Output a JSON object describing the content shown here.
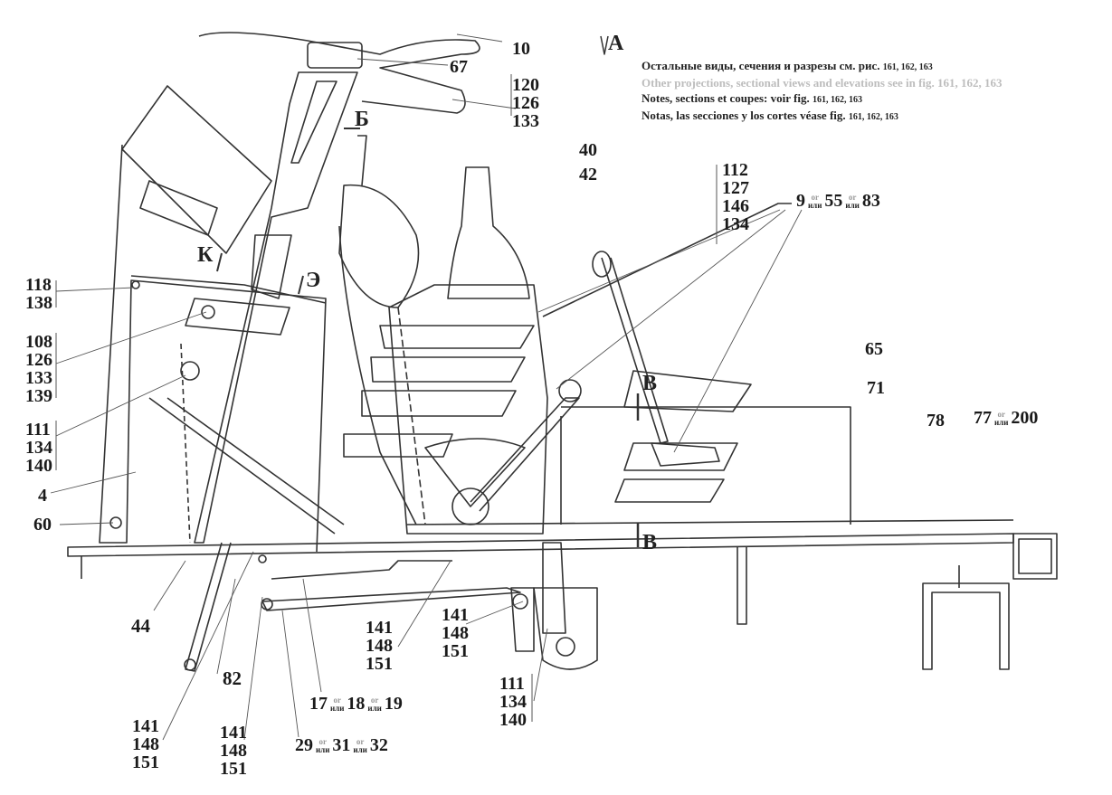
{
  "notes": {
    "ru": {
      "text": "Остальные виды, сечения и разрезы см. рис.",
      "figs": "161, 162, 163"
    },
    "en": {
      "text": "Other projections, sectional views and elevations see in fig.",
      "figs": "161, 162, 163"
    },
    "fr": {
      "text": "Notes, sections et coupes: voir fig.",
      "figs": "161, 162, 163"
    },
    "es": {
      "text": "Notas, las secciones y los cortes véase fig.",
      "figs": "161, 162, 163"
    }
  },
  "or_label": {
    "en": "or",
    "ru": "или"
  },
  "view_markers": {
    "a": "А",
    "b": "Б",
    "k": "К",
    "e": "Э",
    "v_top": "В",
    "v_bottom": "В"
  },
  "labels": {
    "l10": "10",
    "l67": "67",
    "l40": "40",
    "l42": "42",
    "l65": "65",
    "l71": "71",
    "l78": "78",
    "l4": "4",
    "l60": "60",
    "l44": "44",
    "l82": "82",
    "alt_9": "9",
    "alt_55": "55",
    "alt_83": "83",
    "alt_77": "77",
    "alt_200": "200",
    "alt_17": "17",
    "alt_18": "18",
    "alt_19": "19",
    "alt_29": "29",
    "alt_31": "31",
    "alt_32": "32"
  },
  "stacks": {
    "s120": [
      "120",
      "126",
      "133"
    ],
    "s112": [
      "112",
      "127",
      "146",
      "134"
    ],
    "s118": [
      "118",
      "138"
    ],
    "s108": [
      "108",
      "126",
      "133",
      "139"
    ],
    "s111a": [
      "111",
      "134",
      "140"
    ],
    "s141a": [
      "141",
      "148",
      "151"
    ],
    "s141b": [
      "141",
      "148",
      "151"
    ],
    "s111b": [
      "111",
      "134",
      "140"
    ],
    "s141c": [
      "141",
      "148",
      "151"
    ],
    "s141d": [
      "141",
      "148",
      "151"
    ]
  }
}
